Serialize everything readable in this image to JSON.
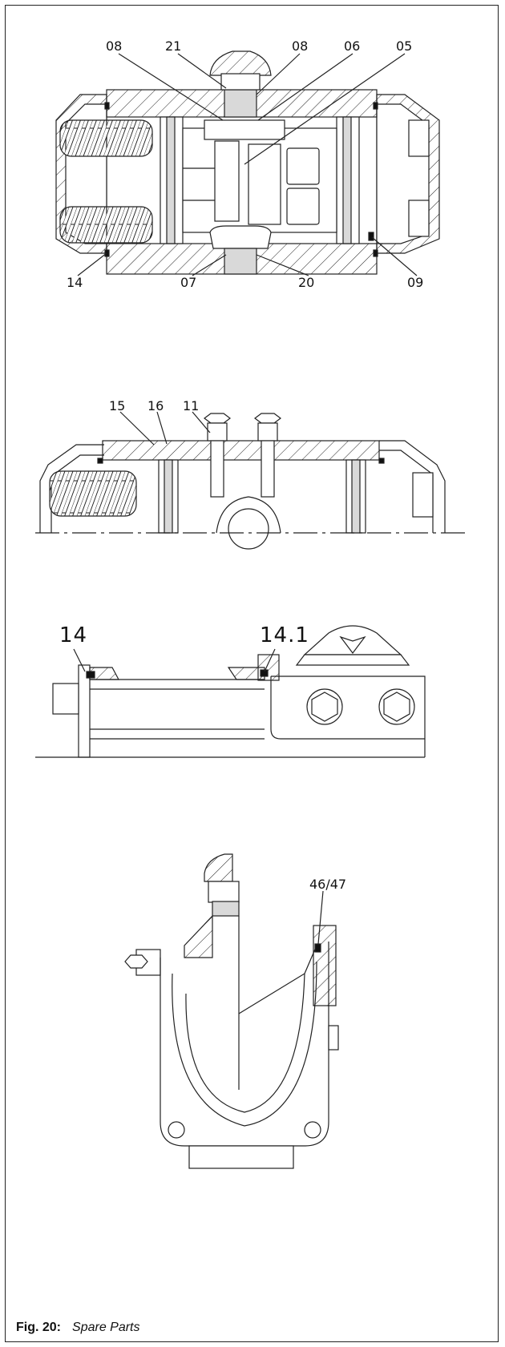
{
  "view1": {
    "callouts": [
      "08",
      "21",
      "08",
      "06",
      "05",
      "14",
      "07",
      "20",
      "09"
    ]
  },
  "view2": {
    "callouts": [
      "15",
      "16",
      "11"
    ]
  },
  "view3": {
    "callouts": [
      "14",
      "14.1"
    ]
  },
  "view4": {
    "callouts": [
      "46/47"
    ]
  },
  "caption": {
    "figure": "Fig. 20:",
    "title": "Spare Parts"
  },
  "colors": {
    "line": "#222222",
    "fill": "#d9d9d9",
    "seal": "#111111",
    "background": "#ffffff"
  }
}
